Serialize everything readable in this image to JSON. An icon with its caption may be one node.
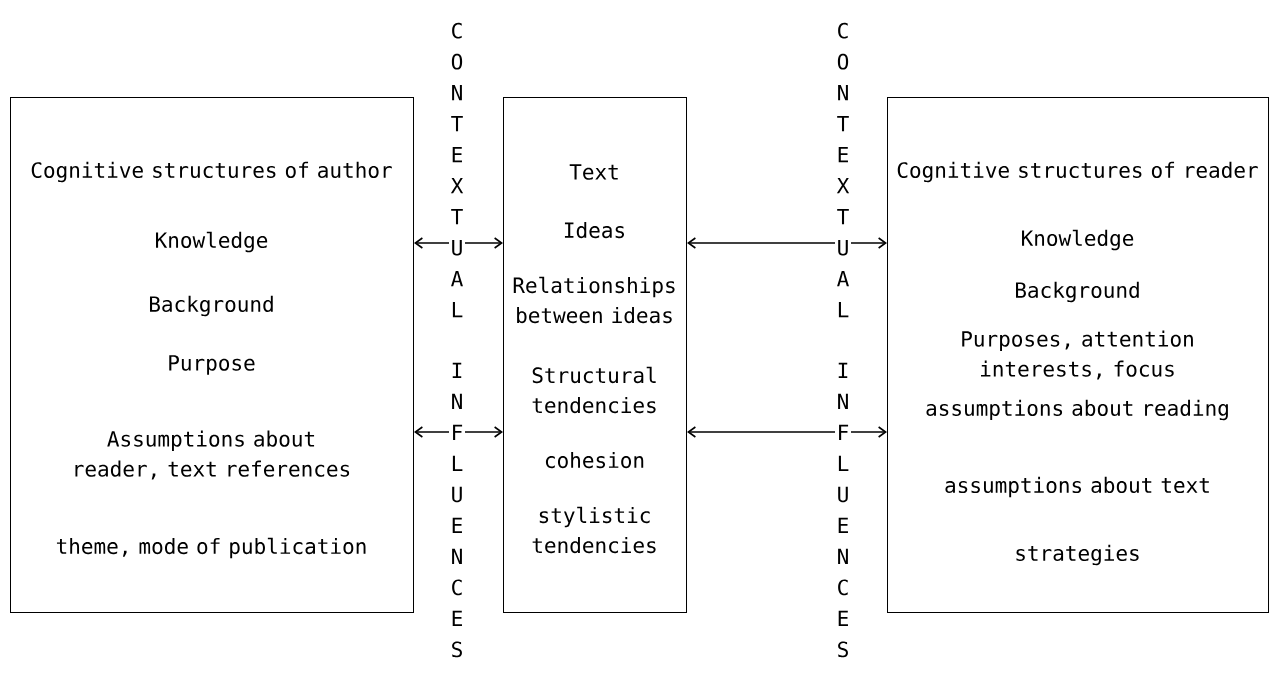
{
  "diagram": {
    "nodes": [
      {
        "text": [
          "Cognitive structures of author",
          "Knowledge",
          "Background",
          "Purpose",
          "Assumptions about reader, text references",
          "theme, mode of publication"
        ]
      },
      {
        "text": [
          "Text",
          "Ideas",
          "Relationships between ideas",
          "Structural tendencies",
          "cohesion",
          "stylistic tendencies"
        ]
      },
      {
        "text": [
          "Cognitive structures of reader",
          "Knowledge",
          "Background",
          "Purposes, attention interests, focus",
          "assumptions about reading",
          "assumptions about text",
          "strategies"
        ]
      }
    ],
    "edges": [
      {
        "from": 0,
        "to": 1,
        "arrow": "both"
      },
      {
        "from": 0,
        "to": 1,
        "arrow": "both"
      },
      {
        "from": 1,
        "to": 2,
        "arrow": "both"
      },
      {
        "from": 1,
        "to": 2,
        "arrow": "both"
      }
    ],
    "labels": [
      "C O N T E X T U A L",
      "I N F L U E N C E S",
      "C O N T E X T U A L",
      "I N F L U E N C E S"
    ]
  }
}
